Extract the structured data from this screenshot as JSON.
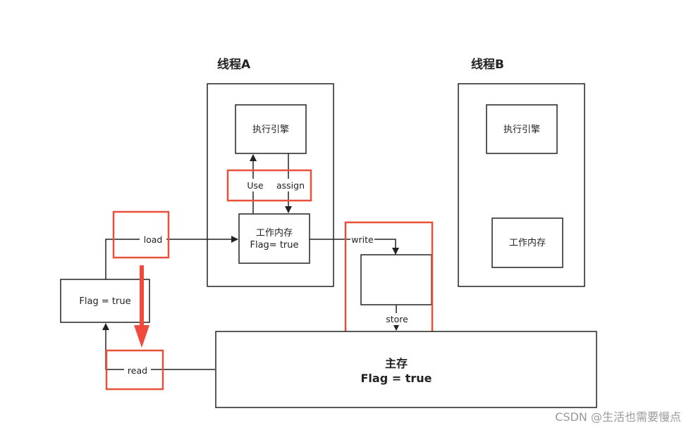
{
  "thread_a": {
    "title": "线程A",
    "engine": "执行引擎",
    "memory_line1": "工作内存",
    "memory_line2": "Flag= true"
  },
  "thread_b": {
    "title": "线程B",
    "engine": "执行引擎",
    "memory": "工作内存"
  },
  "main_memory": {
    "title": "主存",
    "value": "Flag = true"
  },
  "local_flag": "Flag = true",
  "ops": {
    "use": "Use",
    "assign": "assign",
    "load": "load",
    "read": "read",
    "write": "write",
    "store": "store"
  },
  "colors": {
    "line": "#222222",
    "highlight": "#e8503a",
    "arrow_red": "#f04a3c"
  },
  "watermark": "CSDN @生活也需要慢点"
}
